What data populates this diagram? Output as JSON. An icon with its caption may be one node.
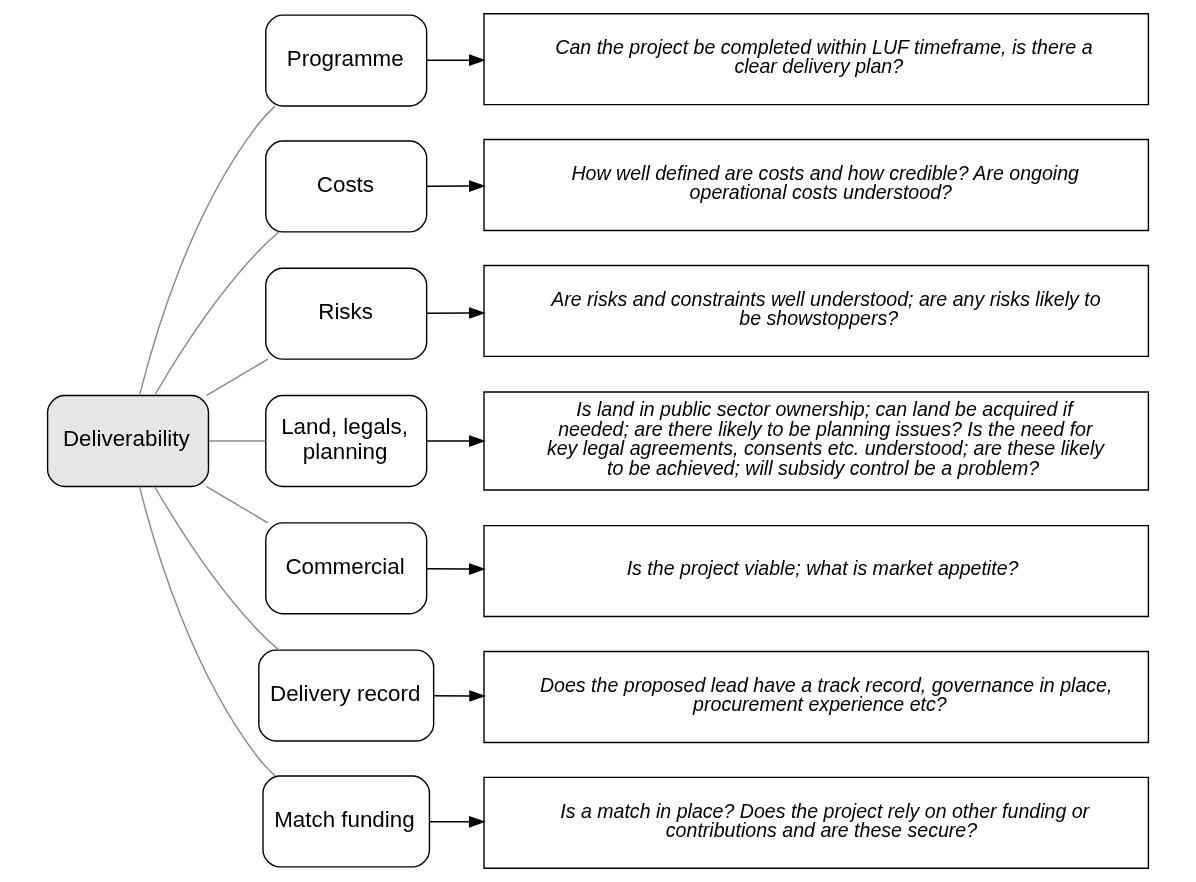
{
  "diagram": {
    "nodes": [
      {
        "text": [
          "Deliverability"
        ]
      },
      {
        "text": [
          "Programme"
        ]
      },
      {
        "text": [
          "Costs"
        ]
      },
      {
        "text": [
          "Risks"
        ]
      },
      {
        "text": [
          "Land, legals, planning"
        ]
      },
      {
        "text": [
          "Commercial"
        ]
      },
      {
        "text": [
          "Delivery record"
        ]
      },
      {
        "text": [
          "Match funding"
        ]
      },
      {
        "text": [
          "Can the project be completed within LUF timeframe, is there a clear delivery plan?"
        ]
      },
      {
        "text": [
          "How well defined are costs and how credible? Are ongoing operational costs understood?"
        ]
      },
      {
        "text": [
          "Are risks and constraints well understood; are any risks likely to be showstoppers?"
        ]
      },
      {
        "text": [
          "Is land in public sector ownership; can land be acquired if needed; are there likely to be planning issues? Is the need for key legal agreements, consents etc. understood; are these likely to be achieved; will subsidy control be a problem?"
        ]
      },
      {
        "text": [
          "Is the project viable; what is market appetite?"
        ]
      },
      {
        "text": [
          "Does the proposed lead have a track record, governance in place, procurement experience etc?"
        ]
      },
      {
        "text": [
          "Is a match in place? Does the project rely on other funding or contributions and are these secure?"
        ]
      }
    ],
    "edges": [
      {
        "from": 0,
        "to": 1,
        "arrow": "none",
        "color": "#888888"
      },
      {
        "from": 0,
        "to": 2,
        "arrow": "none",
        "color": "#888888"
      },
      {
        "from": 0,
        "to": 3,
        "arrow": "none",
        "color": "#888888"
      },
      {
        "from": 0,
        "to": 4,
        "arrow": "none",
        "color": "#888888"
      },
      {
        "from": 0,
        "to": 5,
        "arrow": "none",
        "color": "#888888"
      },
      {
        "from": 0,
        "to": 6,
        "arrow": "none",
        "color": "#888888"
      },
      {
        "from": 0,
        "to": 7,
        "arrow": "none",
        "color": "#888888"
      },
      {
        "from": 1,
        "to": 8,
        "arrow": "to",
        "color": "#000000"
      },
      {
        "from": 2,
        "to": 9,
        "arrow": "to",
        "color": "#000000"
      },
      {
        "from": 3,
        "to": 10,
        "arrow": "to",
        "color": "#000000"
      },
      {
        "from": 4,
        "to": 11,
        "arrow": "to",
        "color": "#000000"
      },
      {
        "from": 5,
        "to": 12,
        "arrow": "to",
        "color": "#000000"
      },
      {
        "from": 6,
        "to": 13,
        "arrow": "to",
        "color": "#000000"
      },
      {
        "from": 7,
        "to": 14,
        "arrow": "to",
        "color": "#000000"
      }
    ]
  }
}
